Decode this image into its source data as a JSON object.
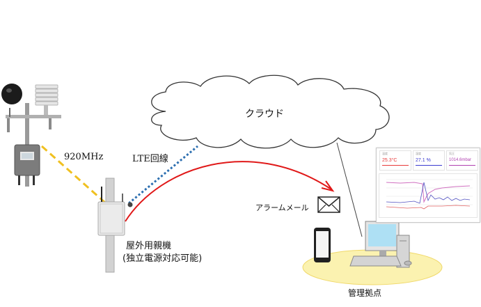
{
  "labels": {
    "cloud": "クラウド",
    "radio": "920MHz",
    "lte": "LTE回線",
    "mail": "アラームメール",
    "unit_name": "屋外用親機",
    "unit_sub": "(独立電源対応可能)",
    "base": "管理拠点"
  },
  "dashboard": {
    "cards": [
      {
        "caption": "温度",
        "value": "25.3°C",
        "color": "#e83a3a"
      },
      {
        "caption": "湿度",
        "value": "27.1 %",
        "color": "#3a3ad0"
      },
      {
        "caption": "気圧",
        "value": "1014.6mbar",
        "color": "#b040b0"
      }
    ]
  },
  "colors": {
    "radio_link": "#f0c020",
    "lte_link": "#2d6fb0",
    "alarm_link": "#e01818",
    "base_ellipse": "#fbf2b0",
    "cloud_stroke": "#333333"
  },
  "icons": [
    "globe-sensor-icon",
    "radiation-shield-icon",
    "logger-icon",
    "gateway-icon",
    "cloud-icon",
    "envelope-icon",
    "smartphone-icon",
    "desktop-pc-icon"
  ]
}
